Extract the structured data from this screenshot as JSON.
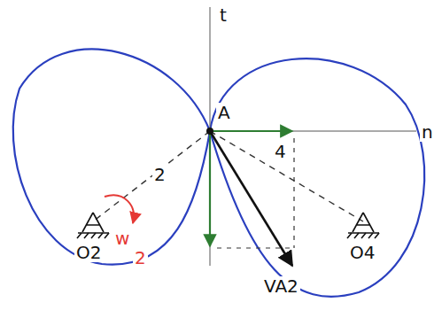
{
  "diagram": {
    "labels": [
      "t",
      "A",
      "n",
      "4",
      "2",
      "w",
      "2",
      "O2",
      "O4",
      "VA2"
    ]
  }
}
